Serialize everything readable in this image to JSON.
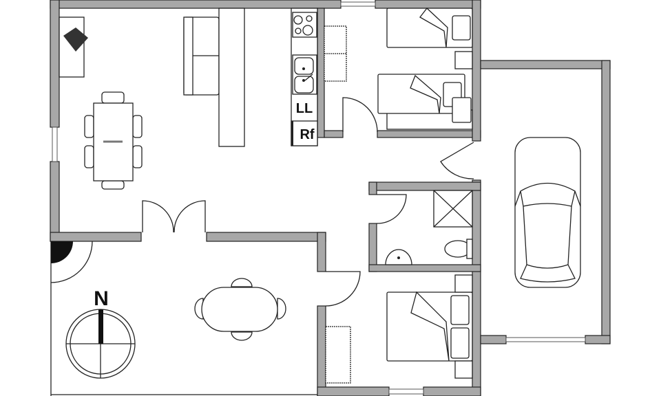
{
  "plan": {
    "kitchen": {
      "laundry_label": "LL",
      "fridge_label": "Rf"
    },
    "compass": {
      "north_label": "N"
    },
    "colors": {
      "wall": "#a8a8a8",
      "outline": "#222222",
      "background": "#ffffff"
    }
  }
}
